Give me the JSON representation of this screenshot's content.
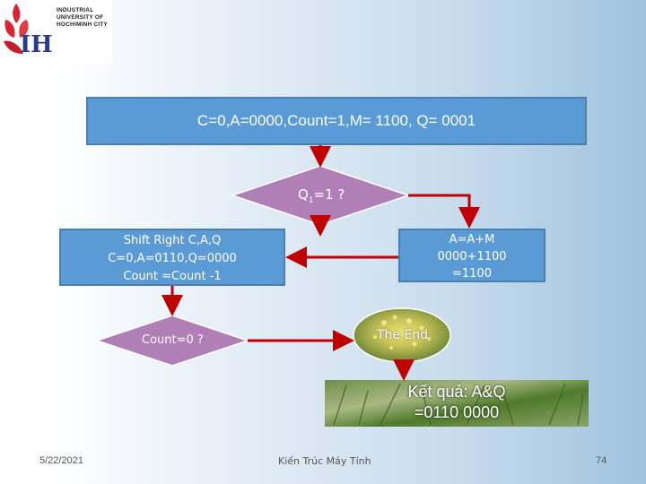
{
  "logo": {
    "mark": "IH",
    "text_lines": [
      "INDUSTRIAL",
      "UNIVERSITY OF",
      "HOCHIMINH CITY"
    ]
  },
  "flowchart": {
    "init": "C=0,A=0000,Count=1,M= 1100, Q= 0001",
    "decision_q1": {
      "main": "Q",
      "sub": "1",
      "rest": "=1 ?"
    },
    "add_step": [
      "A=A+M",
      "0000+1100",
      "=1100"
    ],
    "shift_step": [
      "Shift Right C,A,Q",
      "C=0,A=0110,Q=0000",
      "Count =Count -1"
    ],
    "decision_count": "Count=0 ?",
    "end": "The End",
    "result": [
      "Kết quả: A&Q",
      "=0110 0000"
    ]
  },
  "footer": {
    "date": "5/22/2021",
    "course": "Kiến Trúc Máy Tính",
    "page": "74"
  },
  "colors": {
    "box_fill": "#5b9bd5",
    "arrow": "#c00000",
    "diamond_fill": "#b07fb5",
    "logo_red": "#d9232e"
  }
}
